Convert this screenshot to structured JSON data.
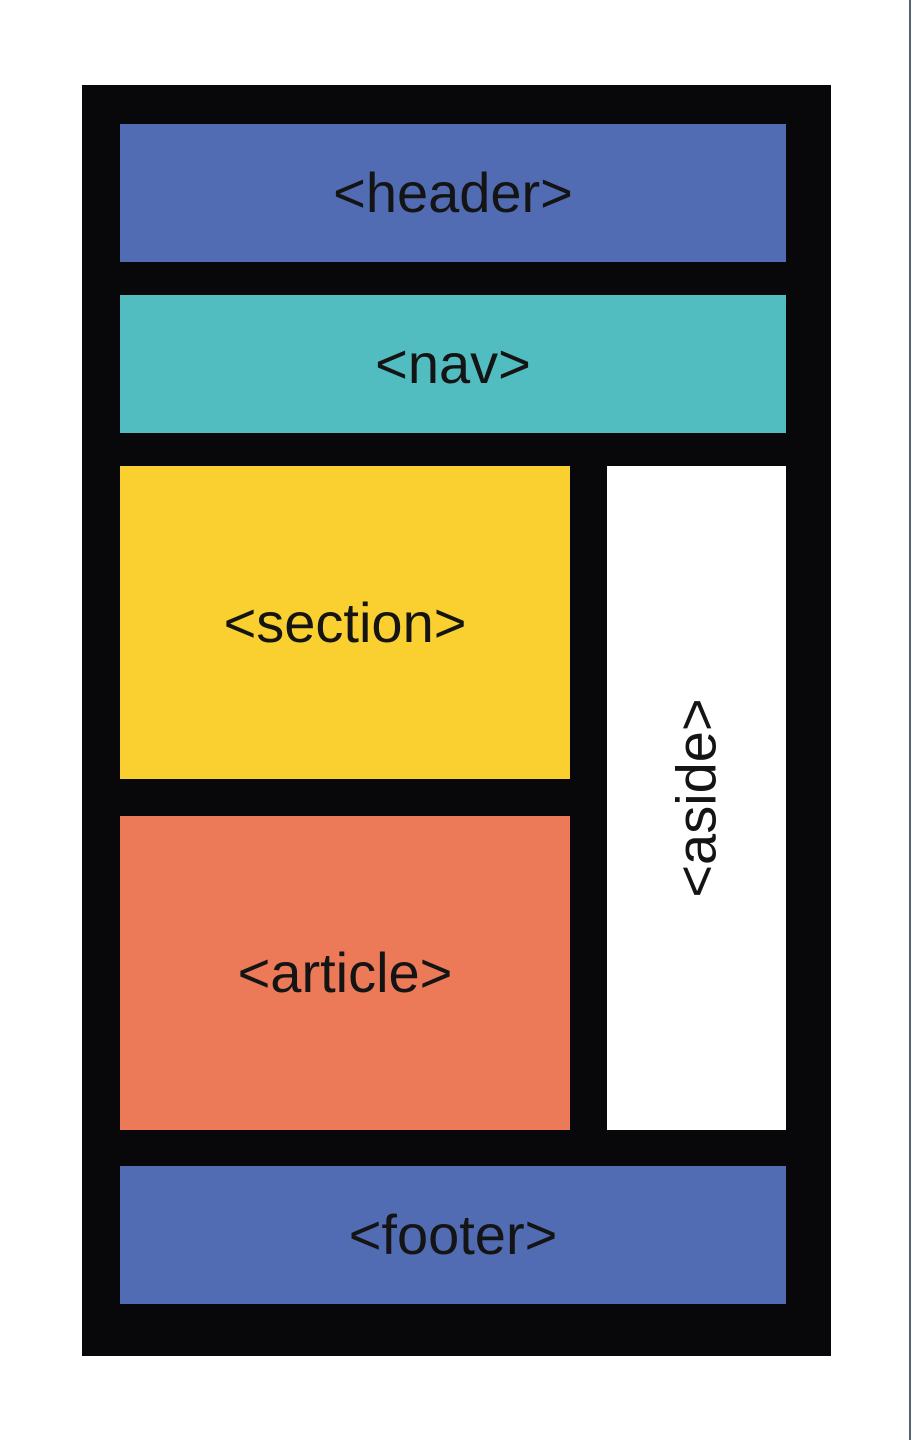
{
  "page": {
    "background": "#ffffff",
    "text_color": "#141414",
    "edge_line_color": "#53646d"
  },
  "frame": {
    "background": "#08080b"
  },
  "blocks": {
    "header": {
      "label": "<header>",
      "color": "#526cb4"
    },
    "nav": {
      "label": "<nav>",
      "color": "#51bdc1"
    },
    "section": {
      "label": "<section>",
      "color": "#f9d02f"
    },
    "article": {
      "label": "<article>",
      "color": "#ec7a58"
    },
    "aside": {
      "label": "<aside>",
      "color": "#ffffff",
      "text_orientation": "rotated-90-bottom-to-top"
    },
    "footer": {
      "label": "<footer>",
      "color": "#526cb4"
    }
  }
}
